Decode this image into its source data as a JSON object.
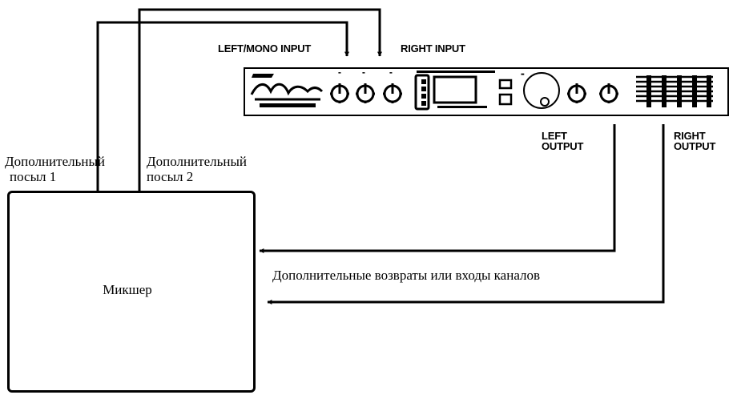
{
  "inputs": {
    "left_mono": "LEFT/MONO INPUT",
    "right": "RIGHT INPUT"
  },
  "outputs": {
    "left": [
      "LEFT",
      "OUTPUT"
    ],
    "right": [
      "RIGHT",
      "OUTPUT"
    ]
  },
  "sends": {
    "aux1": [
      "Дополнительный",
      "посыл 1"
    ],
    "aux2": [
      "Дополнительный",
      "посыл 2"
    ]
  },
  "mixer": {
    "label": "Микшер"
  },
  "returns_label": "Дополнительные возвраты или входы каналов",
  "colors": {
    "ink": "#000000",
    "panel": "#ffffff"
  }
}
